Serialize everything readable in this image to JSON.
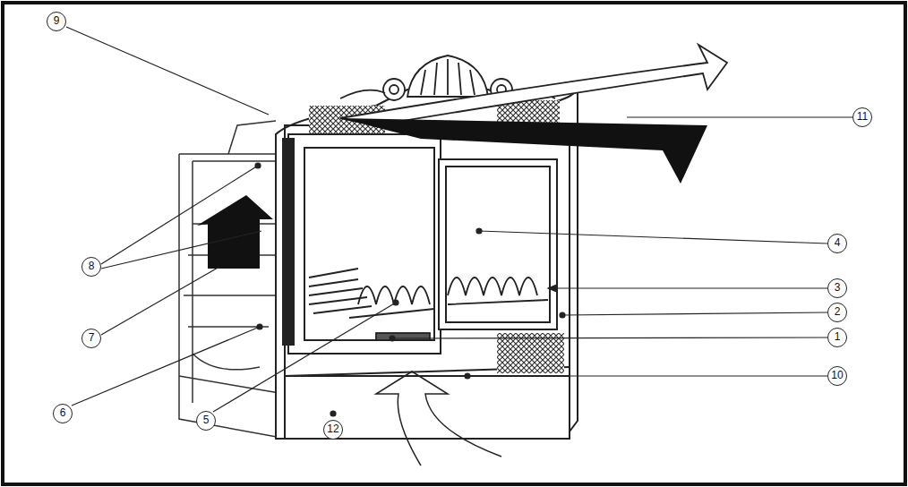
{
  "diagram": {
    "labels": [
      "9",
      "11",
      "4",
      "8",
      "3",
      "2",
      "1",
      "7",
      "10",
      "6",
      "5",
      "12"
    ]
  }
}
